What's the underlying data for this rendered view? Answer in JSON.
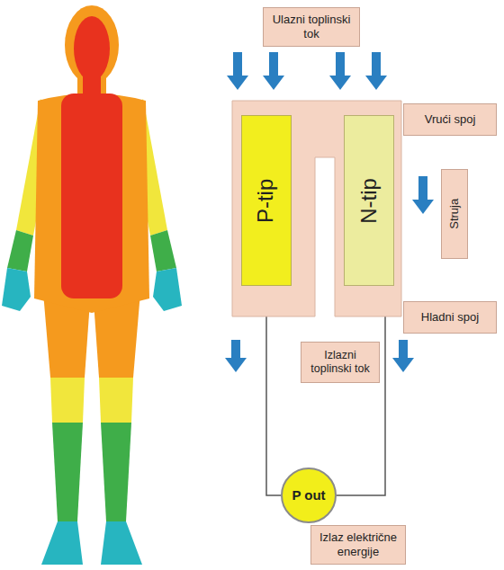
{
  "diagram": {
    "nodes": [
      {
        "text": [
          "Ulazni toplinski tok"
        ]
      },
      {
        "text": [
          "Vrući spoj"
        ]
      },
      {
        "text": [
          "P-tip"
        ]
      },
      {
        "text": [
          "N-tip"
        ]
      },
      {
        "text": [
          "Struja"
        ]
      },
      {
        "text": [
          "Hladni spoj"
        ]
      },
      {
        "text": [
          "Izlazni toplinski tok"
        ]
      },
      {
        "text": [
          "P out"
        ]
      },
      {
        "text": [
          "Izlaz električne energije"
        ]
      }
    ],
    "edges": [
      {
        "from": 2,
        "to": 7,
        "arrow": "none"
      },
      {
        "from": 3,
        "to": 7,
        "arrow": "none"
      }
    ]
  }
}
